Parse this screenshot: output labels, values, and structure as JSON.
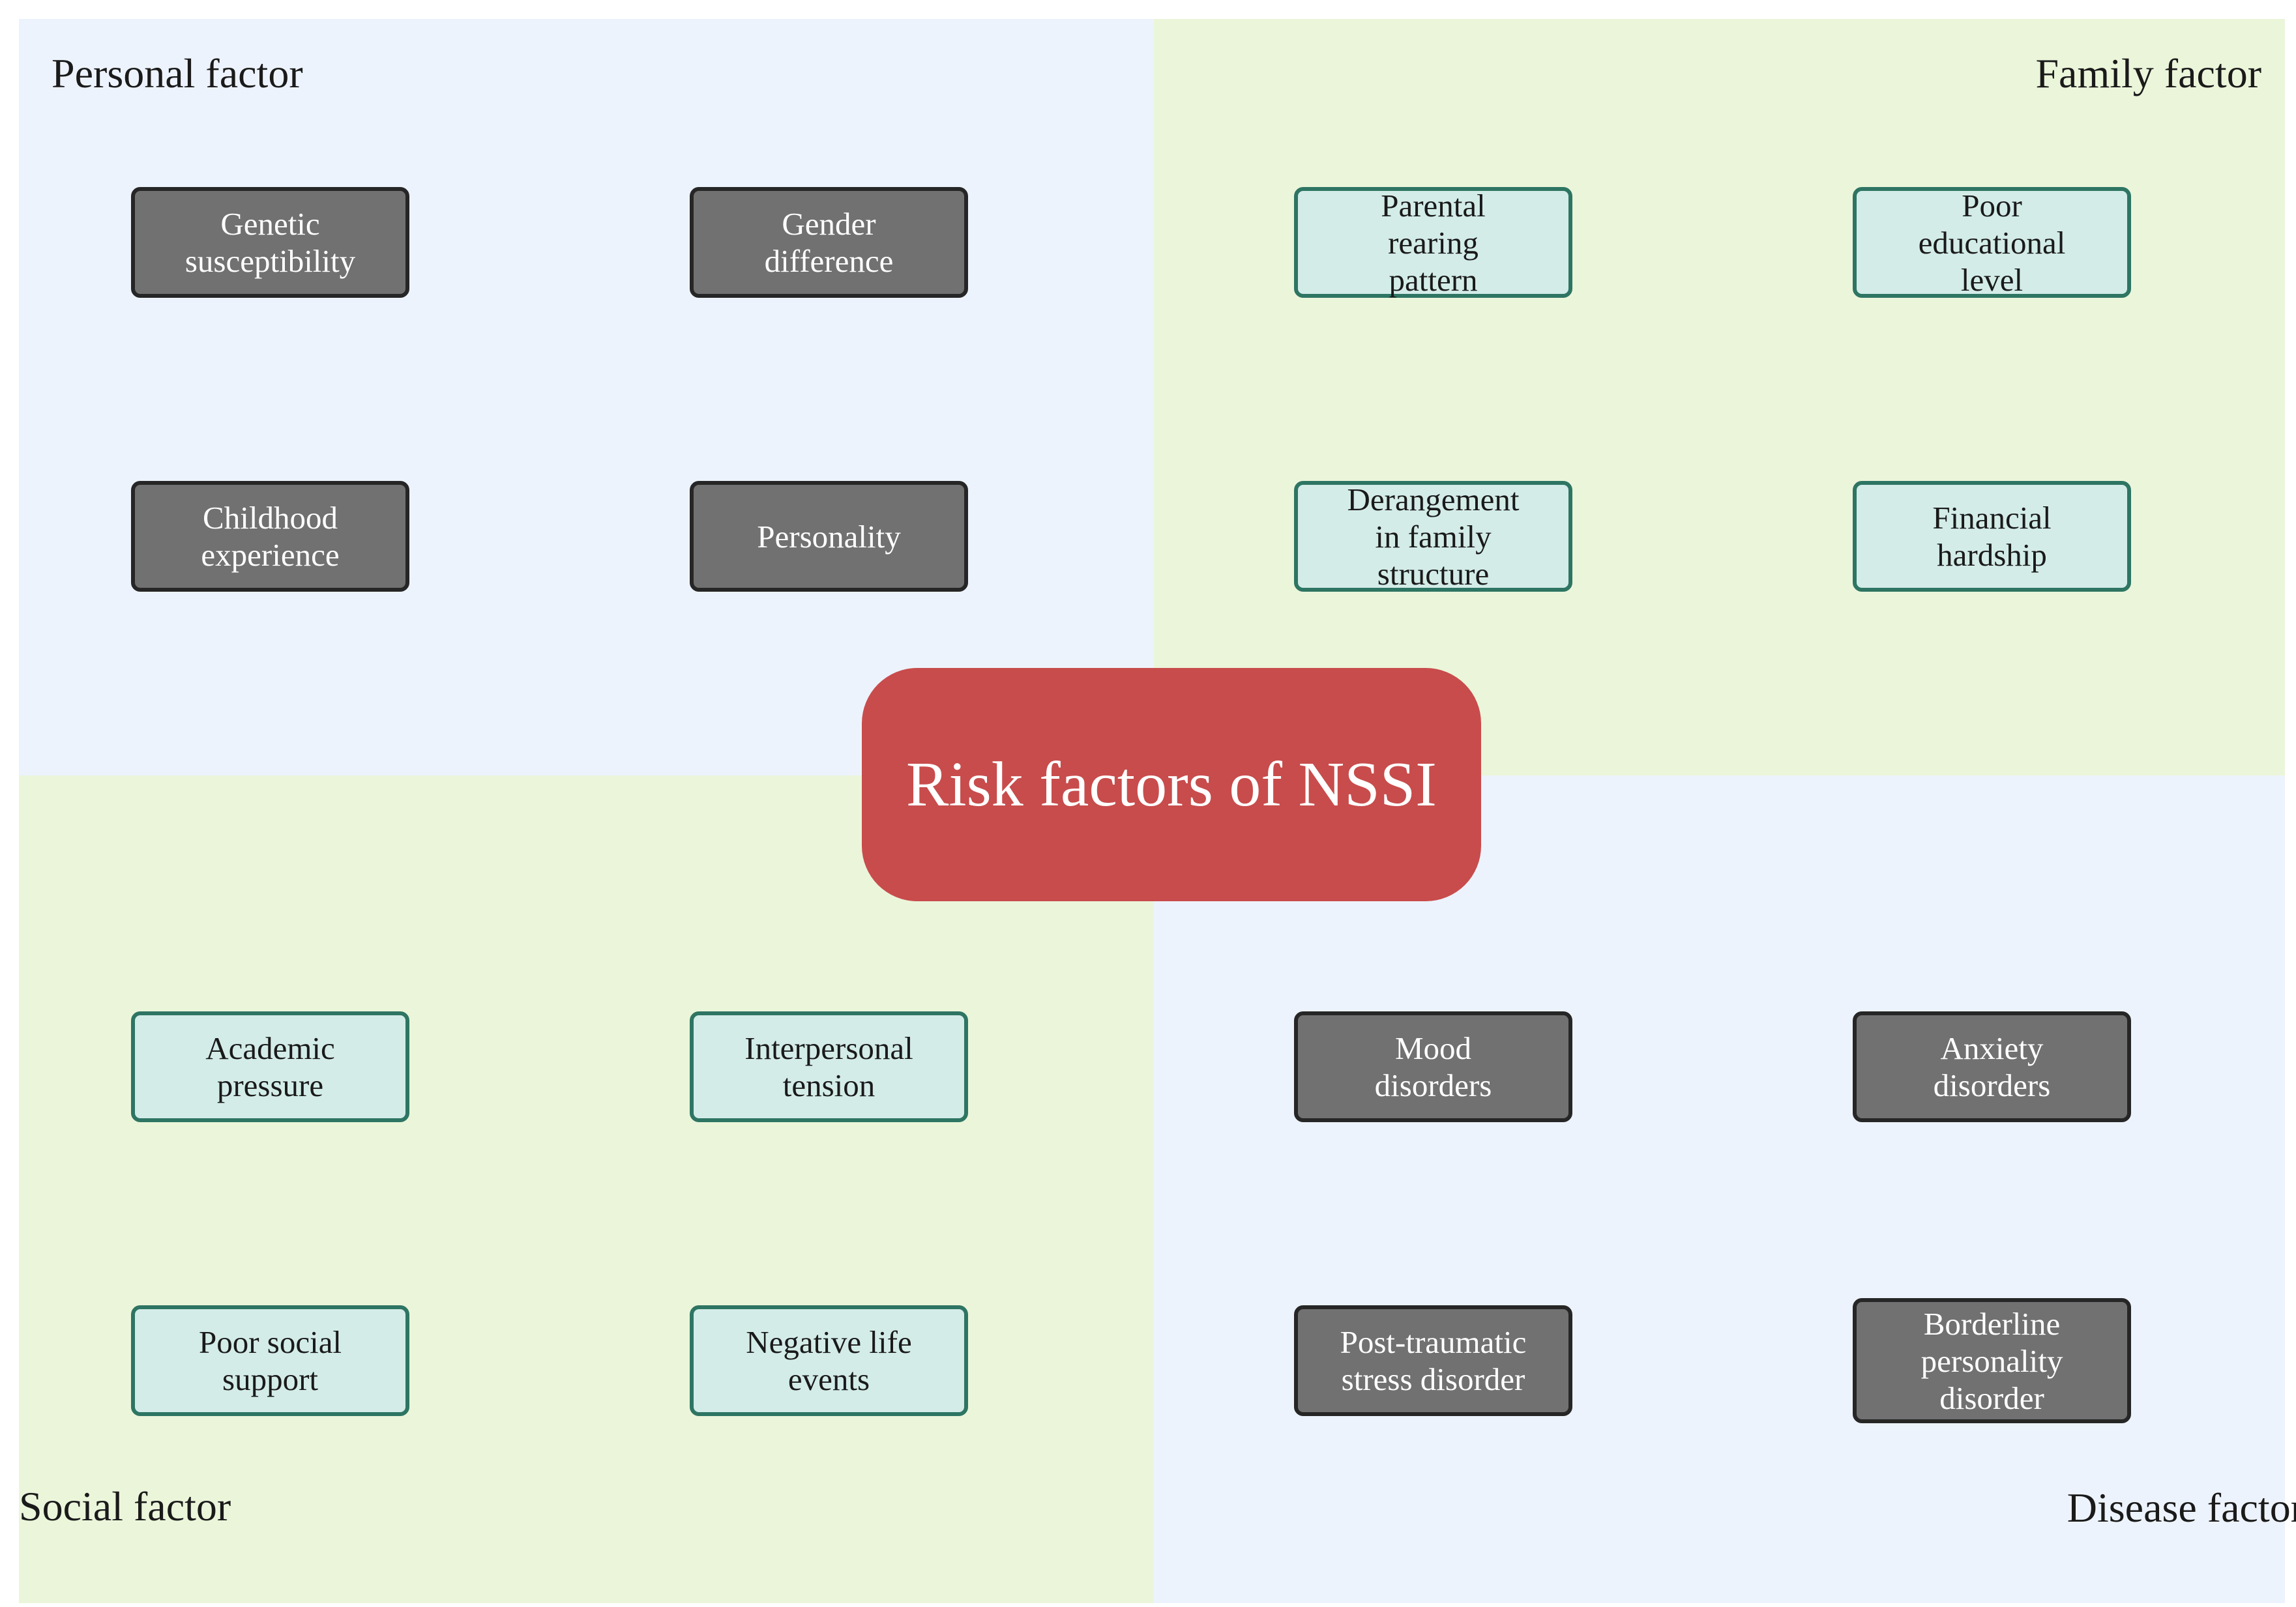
{
  "colors": {
    "personal_bg": "#edf3fc",
    "family_bg": "#ebf5da",
    "social_bg": "#ebf5da",
    "disease_bg": "#edf3fc",
    "center_bg": "#c84c4c"
  },
  "center_title": "Risk factors of NSSI",
  "quadrants": {
    "personal": {
      "label": "Personal factor",
      "items": [
        "Genetic\nsusceptibility",
        "Gender\ndifference",
        "Childhood\nexperience",
        "Personality"
      ]
    },
    "family": {
      "label": "Family factor",
      "items": [
        "Parental\nrearing\npattern",
        "Poor\neducational\nlevel",
        "Derangement\nin family\nstructure",
        "Financial\nhardship"
      ]
    },
    "social": {
      "label": "Social factor",
      "items": [
        "Academic\npressure",
        "Interpersonal\ntension",
        "Poor social\nsupport",
        "Negative life\nevents"
      ]
    },
    "disease": {
      "label": "Disease factor",
      "items": [
        "Mood\ndisorders",
        "Anxiety\ndisorders",
        "Post-traumatic\nstress disorder",
        "Borderline\npersonality\ndisorder"
      ]
    }
  }
}
